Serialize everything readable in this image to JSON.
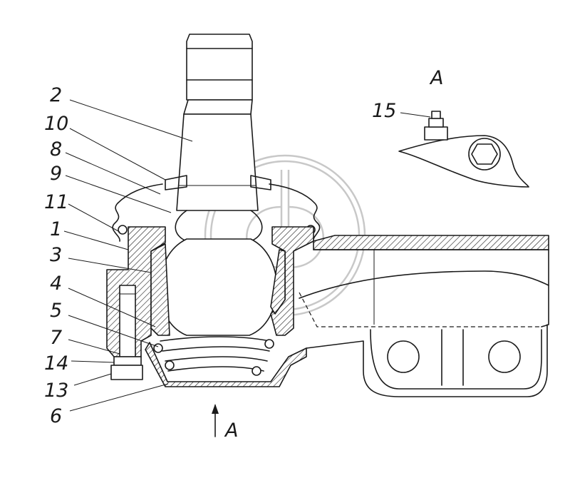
{
  "callouts": [
    {
      "id": "2",
      "text": "2"
    },
    {
      "id": "10",
      "text": "10"
    },
    {
      "id": "8",
      "text": "8"
    },
    {
      "id": "9",
      "text": "9"
    },
    {
      "id": "11",
      "text": "11"
    },
    {
      "id": "1",
      "text": "1"
    },
    {
      "id": "3",
      "text": "3"
    },
    {
      "id": "4",
      "text": "4"
    },
    {
      "id": "5",
      "text": "5"
    },
    {
      "id": "7",
      "text": "7"
    },
    {
      "id": "14",
      "text": "14"
    },
    {
      "id": "13",
      "text": "13"
    },
    {
      "id": "6",
      "text": "6"
    },
    {
      "id": "15",
      "text": "15"
    }
  ],
  "view_label": "A",
  "arrow_label": "A",
  "colors": {
    "line": "#1a1a1a",
    "background": "#ffffff",
    "watermark": "#c8c8c8"
  }
}
